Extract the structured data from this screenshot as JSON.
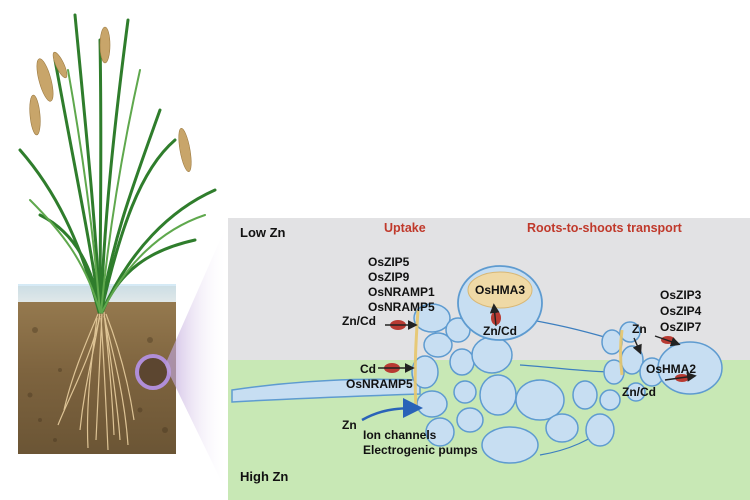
{
  "zones": {
    "low": "Low Zn",
    "high": "High Zn"
  },
  "headers": {
    "uptake": "Uptake",
    "transport": "Roots-to-shoots transport"
  },
  "uptake_genes": [
    "OsZIP5",
    "OsZIP9",
    "OsNRAMP1",
    "OsNRAMP5"
  ],
  "labels": {
    "zn_cd_left": "Zn/Cd",
    "cd": "Cd",
    "osnramp5": "OsNRAMP5",
    "zn": "Zn",
    "ion_channels": "Ion channels",
    "electrogenic": "Electrogenic pumps",
    "oshma3": "OsHMA3",
    "oshma3_zncd": "Zn/Cd",
    "right_genes": [
      "OsZIP3",
      "OsZIP4",
      "OsZIP7"
    ],
    "zn_right": "Zn",
    "oshma2": "OsHMA2",
    "zn_cd_right": "Zn/Cd"
  },
  "colors": {
    "low_zone": "#e2e2e4",
    "high_zone": "#c8e8b5",
    "cell_fill": "#c7def2",
    "cell_stroke": "#5e9bd0",
    "vacuole": "#efd9a6",
    "header_red": "#c0392b",
    "transporter": "#b83a32"
  }
}
